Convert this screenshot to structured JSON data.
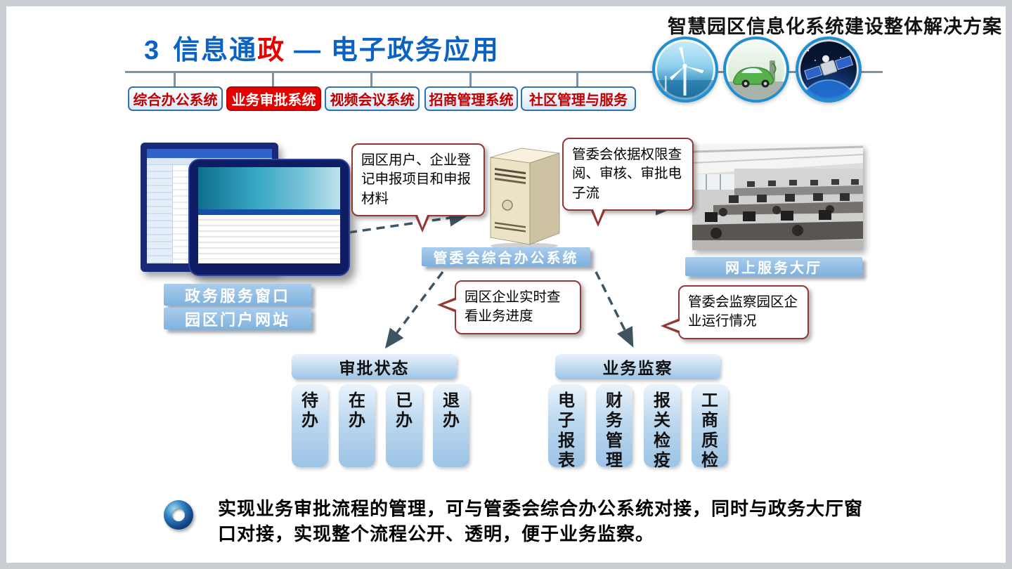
{
  "header": {
    "slogan": "智慧园区信息化系统建设整体解决方案",
    "title": {
      "num": "3",
      "blue1": "信息通",
      "red": "政",
      "rest": "— 电子政务应用"
    },
    "icons": [
      "wind-turbine-icon",
      "electric-car-icon",
      "satellite-icon"
    ]
  },
  "tabs": [
    {
      "label": "综合办公系统",
      "active": false
    },
    {
      "label": "业务审批系统",
      "active": true
    },
    {
      "label": "视频会议系统",
      "active": false
    },
    {
      "label": "招商管理系统",
      "active": false
    },
    {
      "label": "社区管理与服务",
      "active": false
    }
  ],
  "diagram": {
    "portal_label_1": "政务服务窗口",
    "portal_label_2": "园区门户网站",
    "server_label": "管委会综合办公系统",
    "office_label": "网上服务大厅",
    "callouts": [
      "园区用户、企业登记申报项目和申报材料",
      "管委会依据权限查阅、审核、审批电子流",
      "园区企业实时查看业务进度",
      "管委会监察园区企业运行情况"
    ],
    "approval": {
      "title": "审批状态",
      "items": [
        "待办",
        "在办",
        "已办",
        "退办"
      ]
    },
    "supervision": {
      "title": "业务监察",
      "items": [
        "电子报表",
        "财务管理",
        "报关检疫",
        "工商质检"
      ]
    }
  },
  "footer": {
    "text": "实现业务审批流程的管理，可与管委会综合办公系统对接，同时与政务大厅窗口对接，实现整个流程公开、透明，便于业务监察。"
  },
  "colors": {
    "title_blue": "#0A63C4",
    "accent_red": "#E60000",
    "tab_border": "#2E74B5",
    "tab_text": "#C00000",
    "active_tab_bg": "#E60000",
    "callout_border": "#953735",
    "arrow": "#3E5462",
    "box_blue_light": "#DEEBF7",
    "box_blue": "#9CC3E5",
    "bar_blue": "#8FB8E0"
  }
}
